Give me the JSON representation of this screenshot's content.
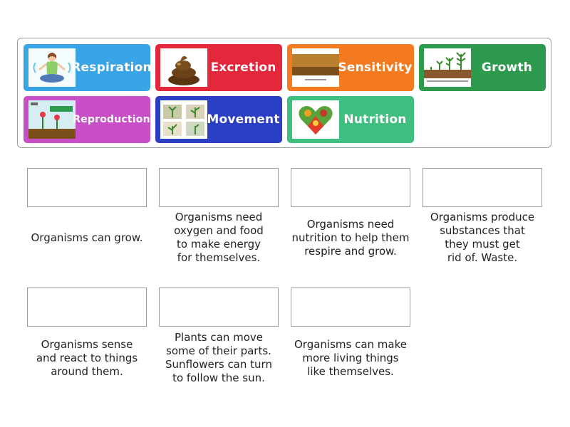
{
  "tiles": [
    {
      "label": "Respiration",
      "color": "#3aa5e6",
      "image": "yoga-breathing-image"
    },
    {
      "label": "Excretion",
      "color": "#e4283b",
      "image": "waste-image"
    },
    {
      "label": "Sensitivity",
      "color": "#f47a1f",
      "image": "soil-image"
    },
    {
      "label": "Growth",
      "color": "#2e9a4e",
      "image": "seedling-growth-image"
    },
    {
      "label": "Reproduction",
      "color": "#c94fc9",
      "image": "flower-diagram-image"
    },
    {
      "label": "Movement",
      "color": "#2a3fc4",
      "image": "plant-movement-image"
    },
    {
      "label": "Nutrition",
      "color": "#3fbf7f",
      "image": "vegetable-heart-image"
    }
  ],
  "slots": [
    {
      "description": "Organisms can grow."
    },
    {
      "description": "Organisms need\noxygen and food\nto make energy\nfor themselves."
    },
    {
      "description": "Organisms need\nnutrition to help them\nrespire and grow."
    },
    {
      "description": "Organisms produce\nsubstances that\nthey must get\nrid of. Waste."
    },
    {
      "description": "Organisms sense\nand react to things\naround them."
    },
    {
      "description": "Plants can move\nsome of their parts.\nSunflowers can turn\nto follow the sun."
    },
    {
      "description": "Organisms can make\nmore living things\nlike themselves."
    }
  ]
}
